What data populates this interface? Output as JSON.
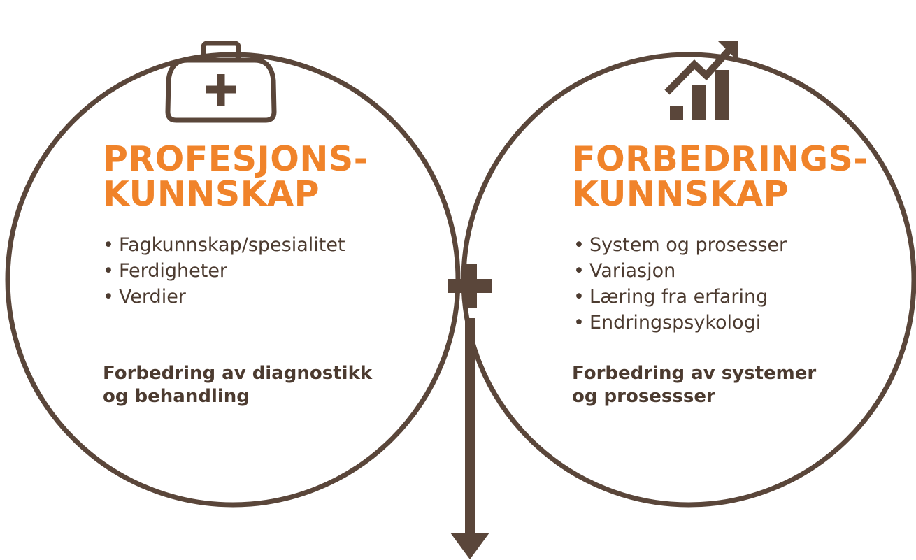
{
  "colors": {
    "accent": "#f0832a",
    "line": "#5a463a",
    "text": "#4c3b30"
  },
  "left": {
    "icon": "medical-bag-icon",
    "title_line1": "PROFESJONS-",
    "title_line2": "KUNNSKAP",
    "bullets": [
      "Fagkunnskap/spesialitet",
      "Ferdigheter",
      "Verdier"
    ],
    "summary_line1": "Forbedring av diagnostikk",
    "summary_line2": "og behandling"
  },
  "right": {
    "icon": "growth-chart-icon",
    "title_line1": "FORBEDRINGS-",
    "title_line2": "KUNNSKAP",
    "bullets": [
      "System og prosesser",
      "Variasjon",
      "Læring fra erfaring",
      "Endringspsykologi"
    ],
    "summary_line1": "Forbedring av systemer",
    "summary_line2": "og prosessser"
  },
  "center": {
    "plus_icon": "plus-icon",
    "arrow_icon": "arrow-down-icon"
  }
}
